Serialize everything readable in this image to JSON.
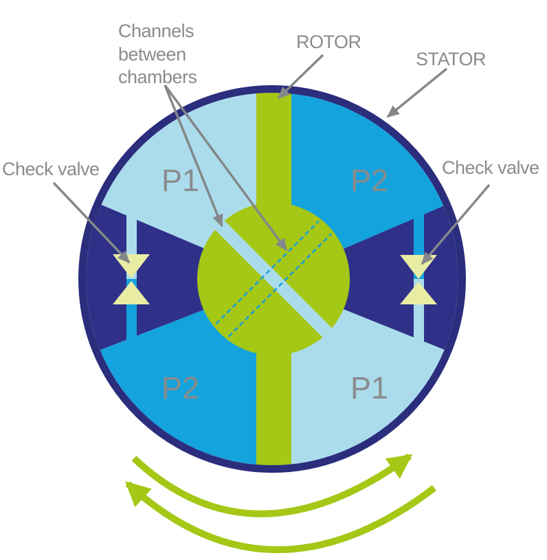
{
  "colors": {
    "background": "#ffffff",
    "ring_navy": "#2b2d7d",
    "navy": "#2f3189",
    "cyan": "#14a3dc",
    "light_blue": "#abdcec",
    "green": "#a5c715",
    "valve_yellow": "#e9eda4",
    "gray": "#8a8b8d",
    "arrow_gray": "#85878a",
    "dash_cyan": "#1a9edd"
  },
  "diagram": {
    "annotations": {
      "channels_line1": "Channels",
      "channels_line2": "between",
      "channels_line3": "chambers",
      "rotor": "ROTOR",
      "stator": "STATOR",
      "check_valve_left": "Check valve",
      "check_valve_right": "Check valve"
    },
    "chambers": {
      "top_left": "P1",
      "top_right": "P2",
      "bottom_left": "P2",
      "bottom_right": "P1"
    }
  }
}
